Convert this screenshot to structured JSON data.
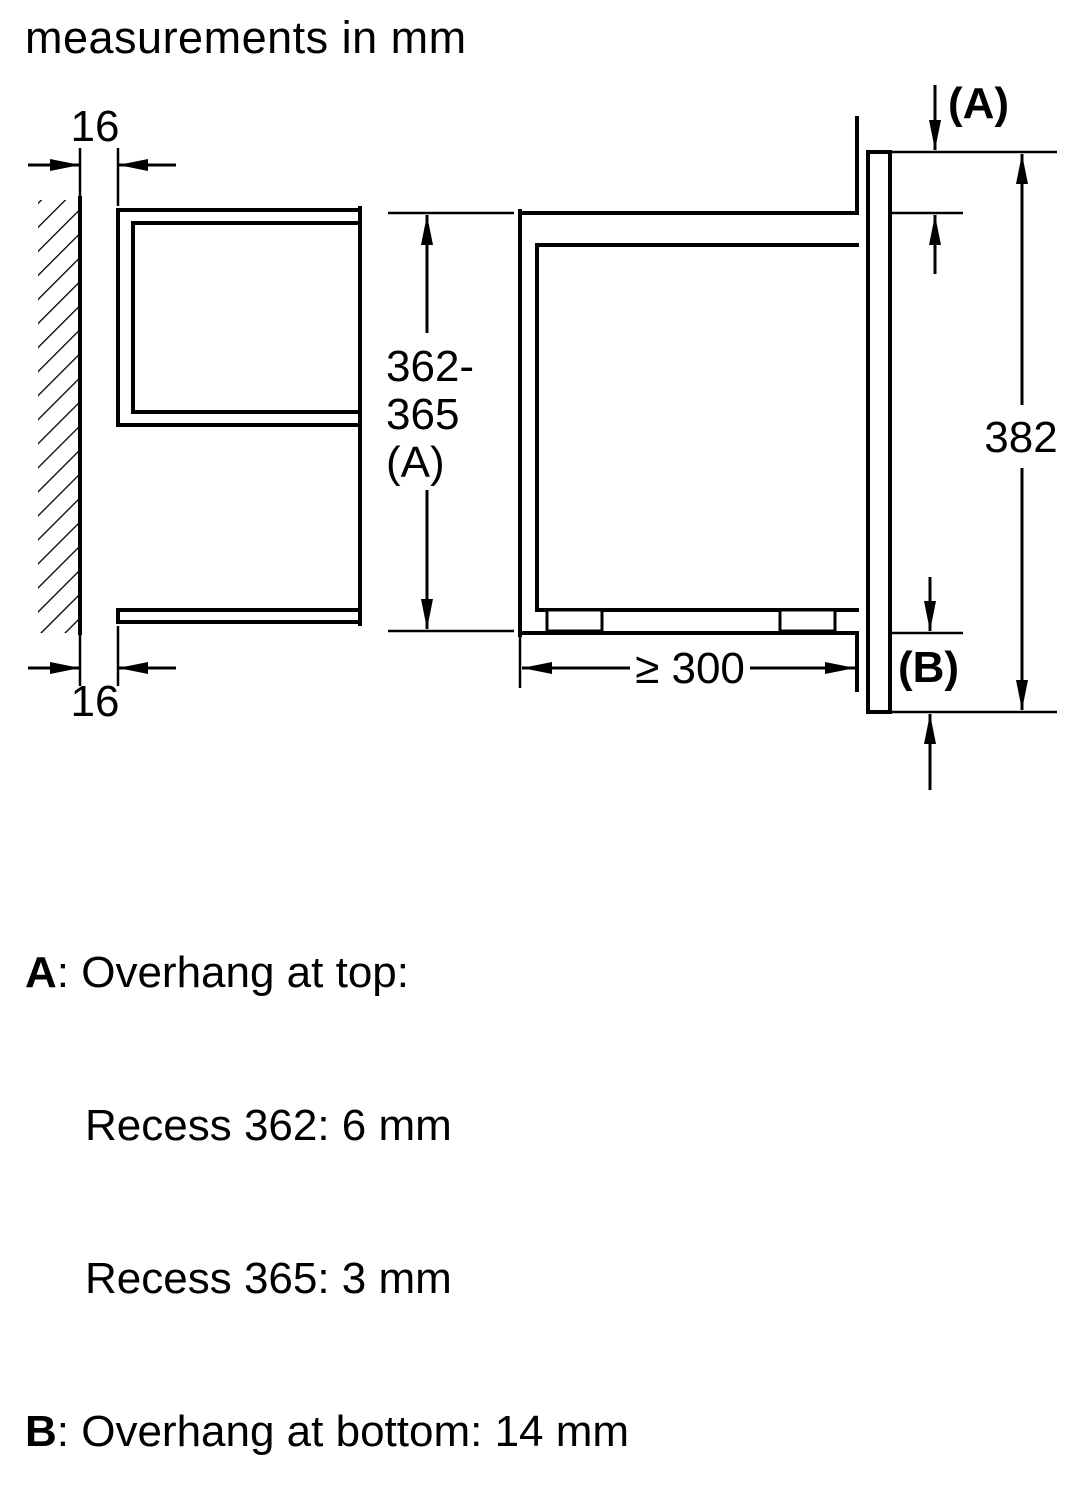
{
  "title": "measurements in mm",
  "dimensions": {
    "wall_gap_top": "16",
    "wall_gap_bottom": "16",
    "niche_height_line1": "362-",
    "niche_height_line2": "365",
    "niche_height_line3": "(A)",
    "overhang_top_label": "(A)",
    "front_height": "382",
    "niche_depth_min": "≥ 300",
    "overhang_bottom_label": "(B)"
  },
  "legend": {
    "a_key": "A",
    "a_rest": ": Overhang at top:",
    "a_detail_1": "Recess 362: 6 mm",
    "a_detail_2": "Recess 365: 3 mm",
    "b_key": "B",
    "b_rest": ": Overhang at bottom: 14 mm"
  }
}
